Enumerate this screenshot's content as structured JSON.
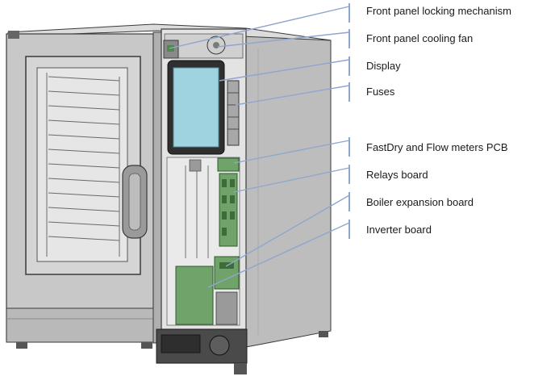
{
  "diagram": {
    "labels": [
      {
        "id": "locking",
        "text": "Front panel locking mechanism"
      },
      {
        "id": "fan",
        "text": "Front panel cooling fan"
      },
      {
        "id": "display",
        "text": "Display"
      },
      {
        "id": "fuses",
        "text": "Fuses"
      },
      {
        "id": "fastdry",
        "text": "FastDry and Flow meters PCB"
      },
      {
        "id": "relays",
        "text": "Relays board"
      },
      {
        "id": "boiler",
        "text": "Boiler expansion board"
      },
      {
        "id": "inverter",
        "text": "Inverter board"
      }
    ]
  },
  "colors": {
    "leader": "#8fa6cf",
    "body": "#c9c9c9",
    "body_dark": "#8a8a8a",
    "screen": "#9fd3df",
    "pcb": "#6fa36a",
    "outline": "#3a3a3a"
  }
}
